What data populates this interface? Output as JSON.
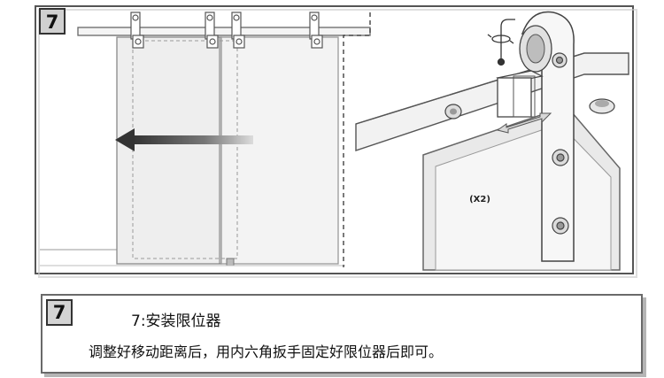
{
  "step_badge": "7",
  "callout_quantity": "(X2)",
  "caption": {
    "badge": "7",
    "title": "7:安装限位器",
    "body": "调整好移动距离后，用内六角扳手固定好限位器后即可。"
  }
}
